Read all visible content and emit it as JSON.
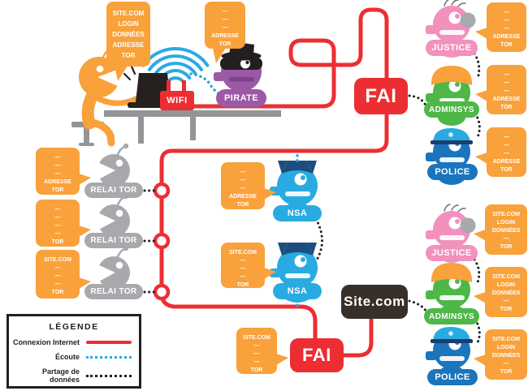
{
  "palette": {
    "red": "#EC2E33",
    "orange": "#F9A13B",
    "blue": "#29ABE2",
    "navy": "#1B4E7F",
    "police_blue": "#1B75BC",
    "green": "#4DB748",
    "pink": "#F291BE",
    "purple": "#9C59A5",
    "gray": "#A7A9AC",
    "dark": "#231F20",
    "site_brown": "#382F2A"
  },
  "nodes": {
    "wifi": "WIFI",
    "pirate": "PIRATE",
    "fai_top": "FAI",
    "fai_bottom": "FAI",
    "site": "Site.com",
    "relai_1": "RELAI TOR",
    "relai_2": "RELAI TOR",
    "relai_3": "RELAI TOR",
    "nsa_top": "NSA",
    "nsa_bottom": "NSA",
    "justice_top": "JUSTICE",
    "adminsys_top": "ADMINSYS",
    "police_top": "POLICE",
    "justice_bottom": "JUSTICE",
    "adminsys_bottom": "ADMINSYS",
    "police_bottom": "POLICE"
  },
  "bubbles": [
    {
      "id": "user",
      "lines": [
        "SITE.COM",
        "LOGIN",
        "DONNÉES",
        "ADRESSE",
        "TOR"
      ]
    },
    {
      "id": "pirate",
      "lines": [
        "—",
        "—",
        "—",
        "ADRESSE",
        "TOR"
      ]
    },
    {
      "id": "relai1",
      "lines": [
        "—",
        "—",
        "—",
        "ADRESSE",
        "TOR"
      ]
    },
    {
      "id": "relai2",
      "lines": [
        "—",
        "—",
        "—",
        "—",
        "TOR"
      ]
    },
    {
      "id": "relai3",
      "lines": [
        "SITE.COM",
        "—",
        "—",
        "—",
        "TOR"
      ]
    },
    {
      "id": "nsa1",
      "lines": [
        "—",
        "—",
        "—",
        "ADRESSE",
        "TOR"
      ]
    },
    {
      "id": "nsa2",
      "lines": [
        "SITE.COM",
        "—",
        "—",
        "—",
        "TOR"
      ]
    },
    {
      "id": "fai2",
      "lines": [
        "SITE.COM",
        "—",
        "—",
        "—",
        "TOR"
      ]
    },
    {
      "id": "justice1",
      "lines": [
        "—",
        "—",
        "—",
        "ADRESSE",
        "TOR"
      ]
    },
    {
      "id": "adminsys1",
      "lines": [
        "—",
        "—",
        "—",
        "ADRESSE",
        "TOR"
      ]
    },
    {
      "id": "police1",
      "lines": [
        "—",
        "—",
        "—",
        "ADRESSE",
        "TOR"
      ]
    },
    {
      "id": "justice2",
      "lines": [
        "SITE.COM",
        "LOGIN",
        "DONNÉES",
        "—",
        "TOR"
      ]
    },
    {
      "id": "adminsys2",
      "lines": [
        "SITE.COM",
        "LOGIN",
        "DONNÉES",
        "—",
        "TOR"
      ]
    },
    {
      "id": "police2",
      "lines": [
        "SITE.COM",
        "LOGIN",
        "DONNÉES",
        "—",
        "TOR"
      ]
    }
  ],
  "legend": {
    "title": "LÉGENDE",
    "items": [
      {
        "label": "Connexion Internet",
        "style": "solid-red"
      },
      {
        "label": "Écoute",
        "style": "dotted-blue"
      },
      {
        "label": "Partage de données",
        "style": "dotted-black"
      }
    ]
  }
}
